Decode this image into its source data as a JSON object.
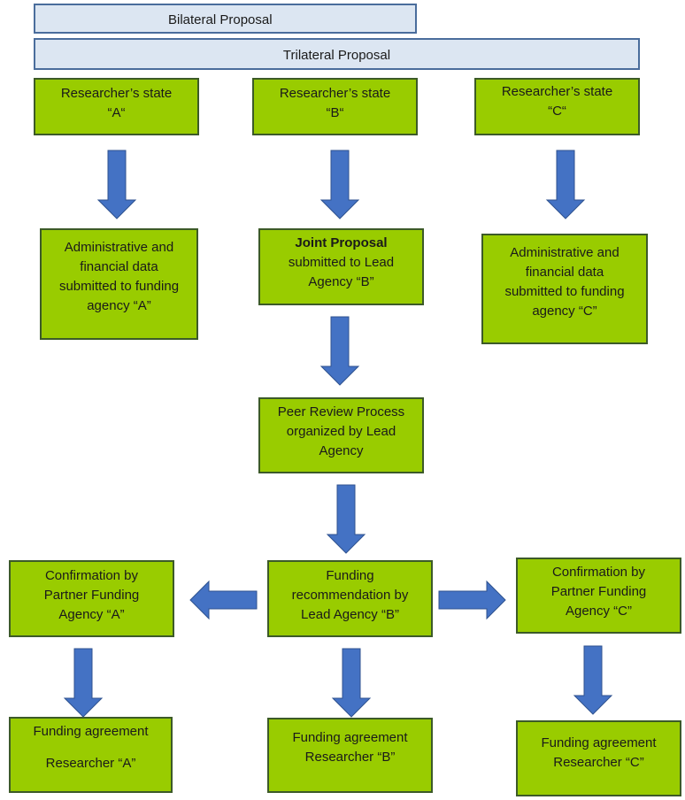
{
  "proposals": {
    "bilateral": "Bilateral Proposal",
    "trilateral": "Trilateral Proposal"
  },
  "states": {
    "a": [
      "Researcher’s state",
      "“A“"
    ],
    "b": [
      "Researcher’s state",
      "“B“"
    ],
    "c": [
      "Researcher’s state",
      "“C“"
    ]
  },
  "submissions": {
    "a": [
      "Administrative and",
      "financial data",
      "submitted to funding",
      "agency “A”"
    ],
    "b_bold": "Joint Proposal",
    "b": [
      "submitted to Lead",
      "Agency “B”"
    ],
    "c": [
      "Administrative and",
      "financial data",
      "submitted to funding",
      "agency “C”"
    ]
  },
  "review": [
    "Peer Review Process",
    "organized by Lead",
    "Agency"
  ],
  "recommendation": [
    "Funding",
    "recommendation by",
    "Lead Agency “B”"
  ],
  "confirmations": {
    "a": [
      "Confirmation by",
      "Partner Funding",
      "Agency “A”"
    ],
    "c": [
      "Confirmation by",
      "Partner Funding",
      "Agency “C”"
    ]
  },
  "agreements": {
    "a": [
      "Funding agreement",
      "Researcher “A”"
    ],
    "b": [
      "Funding agreement",
      "Researcher “B”"
    ],
    "c": [
      "Funding agreement",
      "Researcher “C”"
    ]
  },
  "colors": {
    "box_fill": "#99cc00",
    "box_border": "#3c5a28",
    "arrow_fill": "#4472c4",
    "header_fill": "#dce6f2"
  }
}
